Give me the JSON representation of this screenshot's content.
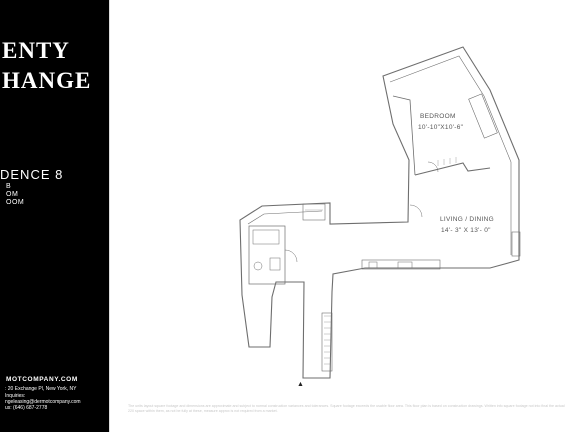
{
  "brand": {
    "line1": "ENTY",
    "line2": "HANGE"
  },
  "residence": {
    "title": "DENCE 8",
    "details": [
      "B",
      "OM",
      "OOM"
    ]
  },
  "contact": {
    "website": "MOTCOMPANY.COM",
    "address": ": 20 Exchange Pl, New York, NY",
    "inquiries": "Inquiries:",
    "email": "ngeleasing@dermotcompany.com",
    "phone": "us: (646) 687-2778"
  },
  "floorplan": {
    "rooms": [
      {
        "name": "BEDROOM",
        "dims": "10'-10\"X10'-6\""
      },
      {
        "name": "LIVING / DINING",
        "dims": "14'- 3\" X 13'- 0\""
      }
    ],
    "north_marker": "▲"
  },
  "disclaimer": "The units layout square footage and dimensions are approximate and subject to normal construction variances and tolerances. Square footage exceeds the usable floor area. This floor plan is based on construction drawings. Written info square footage not into final the actual 220 space within them, as not be fully at these, measure approx is not required from a market."
}
